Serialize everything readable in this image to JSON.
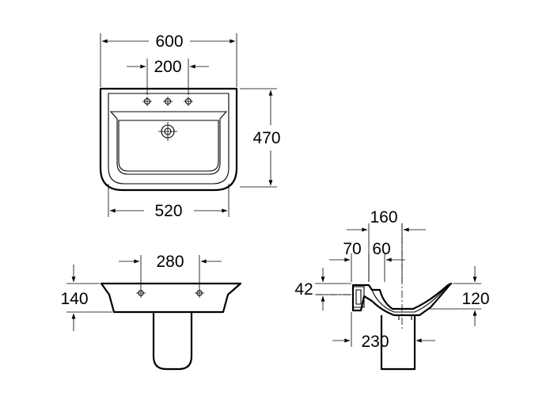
{
  "top_view": {
    "overall_width": "600",
    "tap_spacing": "200",
    "depth": "470",
    "bottom_width": "520"
  },
  "front_view": {
    "fixing_spacing": "280",
    "height": "140"
  },
  "side_view": {
    "tap_offset": "160",
    "offset_a": "70",
    "offset_b": "60",
    "rim_height": "42",
    "basin_height": "120",
    "pedestal_distance": "230"
  }
}
